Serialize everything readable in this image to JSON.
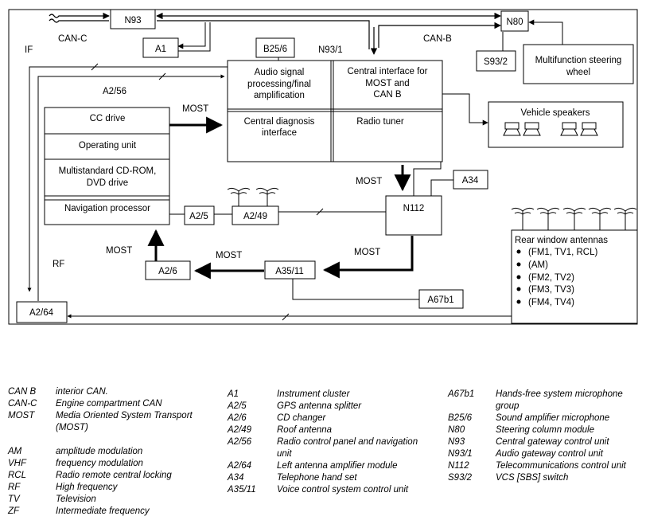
{
  "diagram": {
    "labels": {
      "can_c": "CAN-C",
      "can_b": "CAN-B",
      "if": "IF",
      "rf": "RF",
      "a2_56_net": "A2/56",
      "n93_1_net": "N93/1",
      "most_1": "MOST",
      "most_2": "MOST",
      "most_3": "MOST",
      "most_4": "MOST",
      "most_5": "MOST"
    },
    "boxes": {
      "n93": "N93",
      "n80": "N80",
      "a1": "A1",
      "b25_6": "B25/6",
      "s93_2": "S93/2",
      "mfsw_1": "Multifunction steering",
      "mfsw_2": "wheel",
      "audio_1": "Audio signal",
      "audio_2": "processing/final",
      "audio_3": "amplification",
      "ci_1": "Central interface for",
      "ci_2": "MOST and",
      "ci_3": "CAN B",
      "cdi_1": "Central diagnosis",
      "cdi_2": "interface",
      "radio_tuner": "Radio tuner",
      "speakers": "Vehicle speakers",
      "cc_drive": "CC drive",
      "operating_unit": "Operating unit",
      "cdrom_1": "Multistandard CD-ROM,",
      "cdrom_2": "DVD drive",
      "nav_processor": "Navigation processor",
      "a2_5": "A2/5",
      "a2_49": "A2/49",
      "a34": "A34",
      "n112": "N112",
      "a2_6": "A2/6",
      "a35_11": "A35/11",
      "a67b1": "A67b1",
      "a2_64": "A2/64",
      "rear_title": "Rear window antennas",
      "rear_1": "(FM1, TV1, RCL)",
      "rear_2": "(AM)",
      "rear_3": "(FM2, TV2)",
      "rear_4": "(FM3, TV3)",
      "rear_5": "(FM4, TV4)"
    }
  },
  "legend": {
    "col1": [
      {
        "abbr": "CAN B",
        "desc": "interior CAN."
      },
      {
        "abbr": "CAN-C",
        "desc": "Engine compartment CAN"
      },
      {
        "abbr": "MOST",
        "desc": "Media Oriented System Transport (MOST)"
      },
      {
        "abbr": "AM",
        "desc": "amplitude modulation"
      },
      {
        "abbr": "VHF",
        "desc": "frequency modulation"
      },
      {
        "abbr": "RCL",
        "desc": "Radio remote central locking"
      },
      {
        "abbr": "RF",
        "desc": "High frequency"
      },
      {
        "abbr": "TV",
        "desc": "Television"
      },
      {
        "abbr": "ZF",
        "desc": "Intermediate frequency"
      }
    ],
    "col2": [
      {
        "abbr": "A1",
        "desc": "Instrument cluster"
      },
      {
        "abbr": "A2/5",
        "desc": "GPS antenna splitter"
      },
      {
        "abbr": "A2/6",
        "desc": "CD changer"
      },
      {
        "abbr": "A2/49",
        "desc": "Roof antenna"
      },
      {
        "abbr": "A2/56",
        "desc": "Radio control panel and navigation unit"
      },
      {
        "abbr": "A2/64",
        "desc": "Left antenna amplifier module"
      },
      {
        "abbr": "A34",
        "desc": "Telephone hand set"
      },
      {
        "abbr": "A35/11",
        "desc": "Voice control system control unit"
      }
    ],
    "col3": [
      {
        "abbr": "A67b1",
        "desc": "Hands-free system microphone group"
      },
      {
        "abbr": "B25/6",
        "desc": "Sound amplifier microphone"
      },
      {
        "abbr": "N80",
        "desc": "Steering column module"
      },
      {
        "abbr": "N93",
        "desc": "Central gateway control unit"
      },
      {
        "abbr": "N93/1",
        "desc": "Audio gateway control unit"
      },
      {
        "abbr": "N112",
        "desc": "Telecommunications control unit"
      },
      {
        "abbr": "S93/2",
        "desc": "VCS [SBS] switch"
      }
    ]
  }
}
